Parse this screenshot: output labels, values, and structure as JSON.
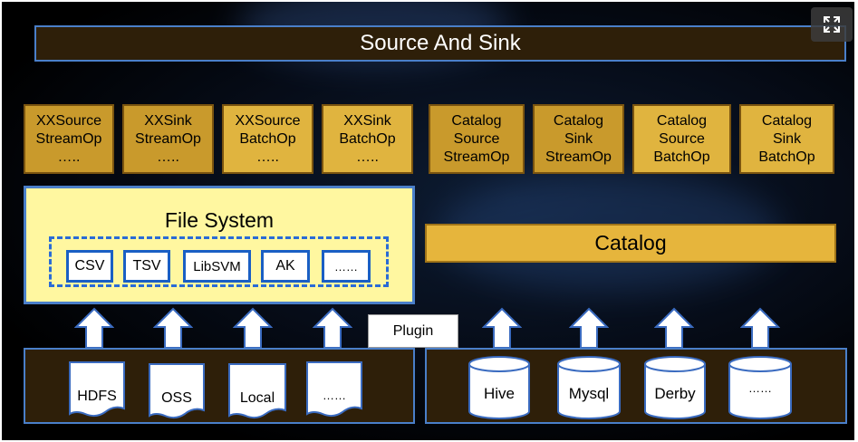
{
  "top_bar": {
    "label": "Source And Sink"
  },
  "ops": [
    {
      "lines": [
        "XXSource",
        "StreamOp",
        "….."
      ]
    },
    {
      "lines": [
        "XXSink",
        "StreamOp",
        "….."
      ]
    },
    {
      "lines": [
        "XXSource",
        "BatchOp",
        "….."
      ]
    },
    {
      "lines": [
        "XXSink",
        "BatchOp",
        "….."
      ]
    },
    {
      "lines": [
        "Catalog",
        "Source",
        "StreamOp"
      ]
    },
    {
      "lines": [
        "Catalog",
        "Sink",
        "StreamOp"
      ]
    },
    {
      "lines": [
        "Catalog",
        "Source",
        "BatchOp"
      ]
    },
    {
      "lines": [
        "Catalog",
        "Sink",
        "BatchOp"
      ]
    }
  ],
  "file_system": {
    "title": "File System",
    "formats": [
      "CSV",
      "TSV",
      "LibSVM",
      "AK",
      "……"
    ]
  },
  "catalog": {
    "label": "Catalog"
  },
  "plugin": {
    "label": "Plugin"
  },
  "storages": [
    "HDFS",
    "OSS",
    "Local",
    "……"
  ],
  "databases": [
    "Hive",
    "Mysql",
    "Derby",
    "……"
  ],
  "colors": {
    "panel": "#2e1f09",
    "border": "#4a7fc9",
    "op": "#e0b43f",
    "file_system": "#fff7a0",
    "catalog": "#e6b53c"
  },
  "icons": {
    "fullscreen": "expand-icon"
  }
}
